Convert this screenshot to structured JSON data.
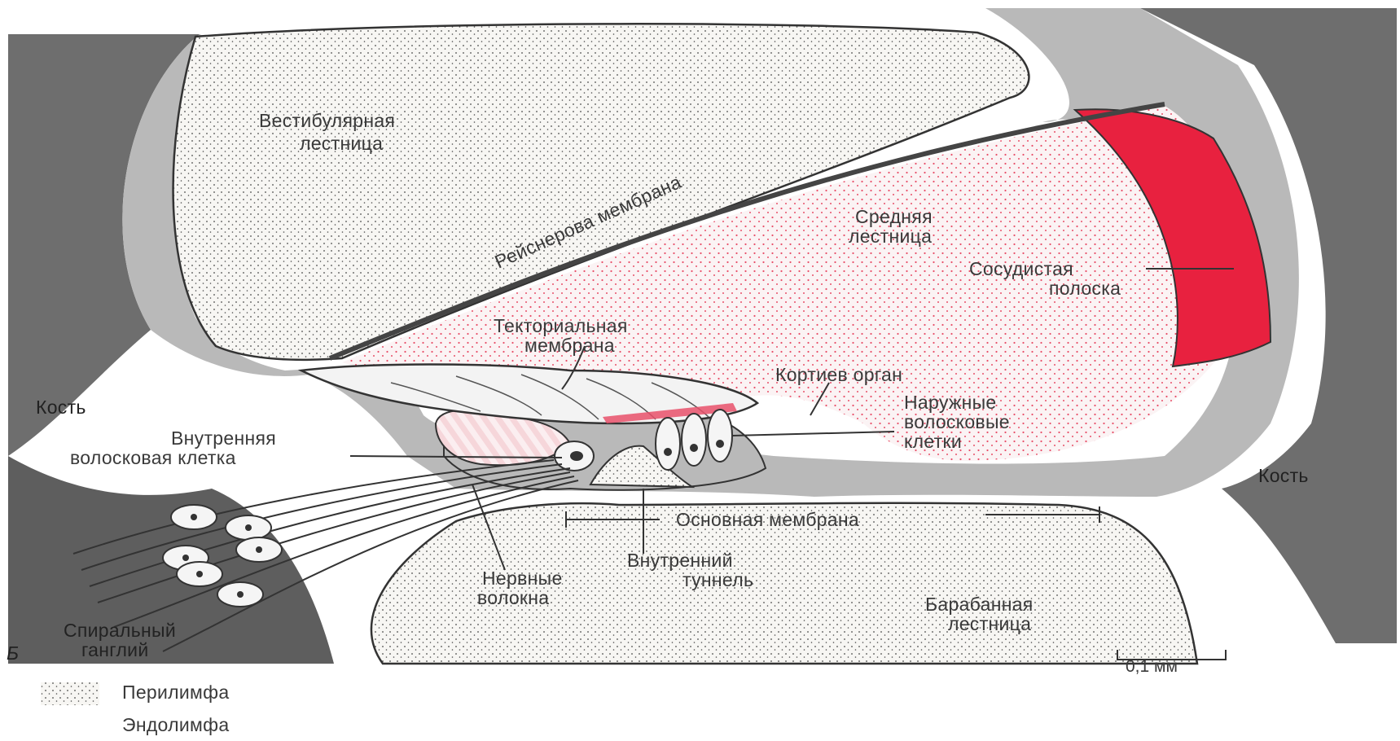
{
  "figure": {
    "panel_letter": "Б",
    "labels": {
      "vestibular_1": "Вестибулярная",
      "vestibular_2": "лестница",
      "reissner": "Рейснерова мембрана",
      "media_1": "Средняя",
      "media_2": "лестница",
      "stria_1": "Сосудистая",
      "stria_2": "полоска",
      "tectorial_1": "Текториальная",
      "tectorial_2": "мембрана",
      "corti": "Кортиев орган",
      "outer_hc_1": "Наружные",
      "outer_hc_2": "волосковые",
      "outer_hc_3": "клетки",
      "bone_left": "Кость",
      "bone_right": "Кость",
      "inner_hc_1": "Внутренняя",
      "inner_hc_2": "волосковая клетка",
      "basilar": "Основная мембрана",
      "inner_tunnel_1": "Внутренний",
      "inner_tunnel_2": "туннель",
      "nerve_1": "Нервные",
      "nerve_2": "волокна",
      "tympani_1": "Барабанная",
      "tympani_2": "лестница",
      "ganglion_1": "Спиральный",
      "ganglion_2": "ганглий",
      "scale_bar": "0,1 мм"
    }
  },
  "legend": {
    "items": [
      {
        "label": "Перилимфа",
        "pattern": "perilymph-dots"
      },
      {
        "label": "Эндолимфа",
        "pattern": "endolymph-dots"
      }
    ]
  },
  "colors": {
    "bone": "#6e6e6e",
    "wall": "#b9b9b9",
    "stria": "#e8213f",
    "endolymph_dot": "#e8506a",
    "perilymph_dot": "#4a4a4a"
  }
}
